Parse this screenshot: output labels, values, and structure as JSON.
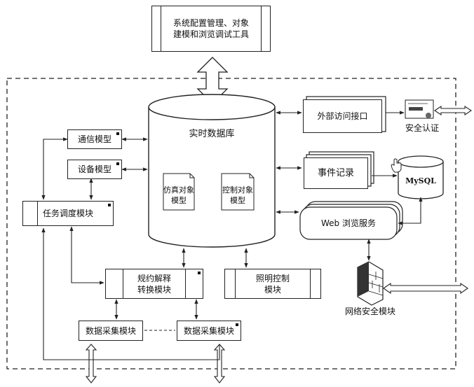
{
  "diagram": {
    "top_tool": "系统配置管理、对象\n建模和浏览调试工具",
    "database": "实时数据库",
    "sim_object": "仿真对象\n模型",
    "ctrl_object": "控制对象\n模型",
    "external_access": "外部访问接口",
    "security_auth": "安全认证",
    "event_log": "事件记录",
    "mysql": "MySQL",
    "web_service": "Web 浏览服务",
    "network_security": "网络安全模块",
    "comm_model": "通信模型",
    "device_model": "设备模型",
    "task_scheduler": "任务调度模块",
    "protocol_conv": "规约解释\n转换模块",
    "lighting_ctrl": "照明控制\n模块",
    "data_acq_1": "数据采集模块",
    "data_acq_2": "数据采集模块"
  },
  "colors": {
    "line": "#222222",
    "arrow_fill": "#ffffff",
    "shadow": "#cfcfcf"
  }
}
